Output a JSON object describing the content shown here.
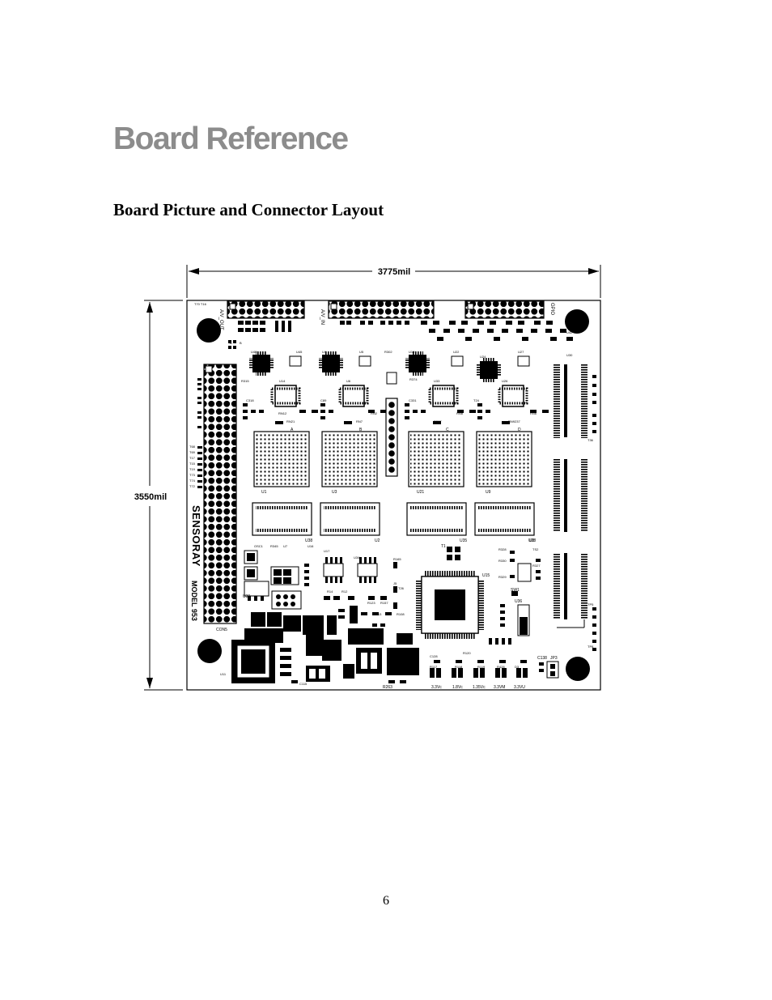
{
  "page": {
    "title": "Board Reference",
    "subtitle": "Board Picture and Connector Layout",
    "page_number": "6"
  },
  "figure": {
    "width_label": "3775mil",
    "height_label": "3550mil",
    "brand_text": "SENSORAY",
    "model_text": "MODEL  953",
    "bga_labels": [
      "U1",
      "U3",
      "U21",
      "U9"
    ],
    "ram_labels": [
      "U38",
      "U2",
      "U35",
      "U8"
    ],
    "channel_labels": [
      "A",
      "B",
      "C",
      "D"
    ],
    "header_labels": [
      "A/V_OUT",
      "A/V_IN",
      "GPIO"
    ],
    "power_labels": [
      "3.3Vc",
      "1.8Vc",
      "1.35Vc",
      "3.3VM",
      "3.3VU"
    ],
    "misc_labels": [
      "U15",
      "U36",
      "SW1",
      "CON5",
      "U18",
      "C138",
      "JP3",
      "T1",
      "U39",
      "R263"
    ],
    "colors": {
      "ink": "#000000",
      "title_gray": "#8c8c8c",
      "paper": "#ffffff"
    }
  }
}
